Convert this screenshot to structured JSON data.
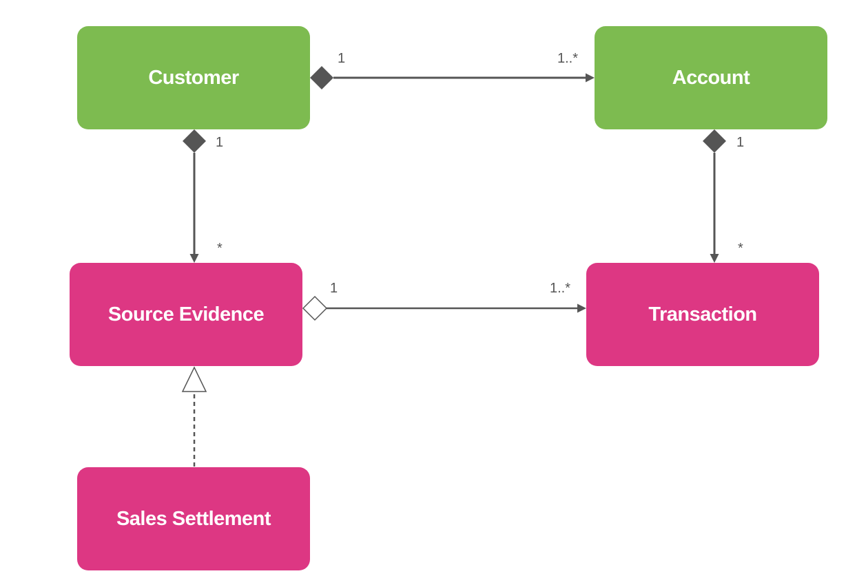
{
  "nodes": {
    "customer": {
      "label": "Customer"
    },
    "account": {
      "label": "Account"
    },
    "source_evidence": {
      "label": "Source Evidence"
    },
    "transaction": {
      "label": "Transaction"
    },
    "sales_settlement": {
      "label": "Sales Settlement"
    }
  },
  "edges": {
    "customer_account": {
      "source_mult": "1",
      "target_mult": "1..*",
      "kind": "composition"
    },
    "customer_source_evidence": {
      "source_mult": "1",
      "target_mult": "*",
      "kind": "composition"
    },
    "account_transaction": {
      "source_mult": "1",
      "target_mult": "*",
      "kind": "composition"
    },
    "source_evidence_transaction": {
      "source_mult": "1",
      "target_mult": "1..*",
      "kind": "aggregation"
    },
    "sales_settlement_source_evidence": {
      "kind": "realization"
    }
  },
  "colors": {
    "entity_green": "#7dbb50",
    "entity_pink": "#dd3783",
    "connector": "#555555",
    "label_text": "#ffffff"
  }
}
